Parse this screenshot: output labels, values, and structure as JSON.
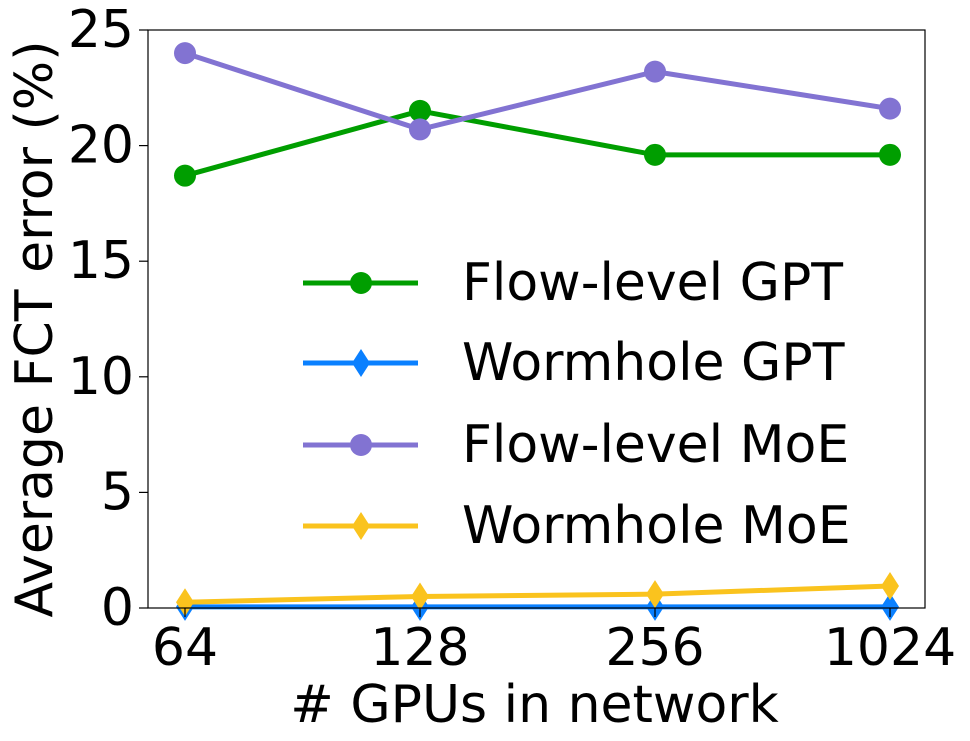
{
  "chart_data": {
    "type": "line",
    "title": "",
    "xlabel": "# GPUs in network",
    "ylabel": "Average FCT error (%)",
    "categories": [
      "64",
      "128",
      "256",
      "1024"
    ],
    "ylim": [
      0,
      25
    ],
    "yticks": [
      0,
      5,
      10,
      15,
      20,
      25
    ],
    "grid": false,
    "legend_position": "center-right",
    "series": [
      {
        "name": "Flow-level GPT",
        "values": [
          18.7,
          21.5,
          19.6,
          19.6
        ],
        "color": "#009e00",
        "marker": "circle"
      },
      {
        "name": "Wormhole GPT",
        "values": [
          0.05,
          0.05,
          0.05,
          0.05
        ],
        "color": "#0a80ff",
        "marker": "diamond"
      },
      {
        "name": "Flow-level MoE",
        "values": [
          24.0,
          20.7,
          23.2,
          21.6
        ],
        "color": "#8273d2",
        "marker": "circle"
      },
      {
        "name": "Wormhole MoE",
        "values": [
          0.25,
          0.5,
          0.6,
          0.95
        ],
        "color": "#fac31e",
        "marker": "diamond"
      }
    ]
  }
}
